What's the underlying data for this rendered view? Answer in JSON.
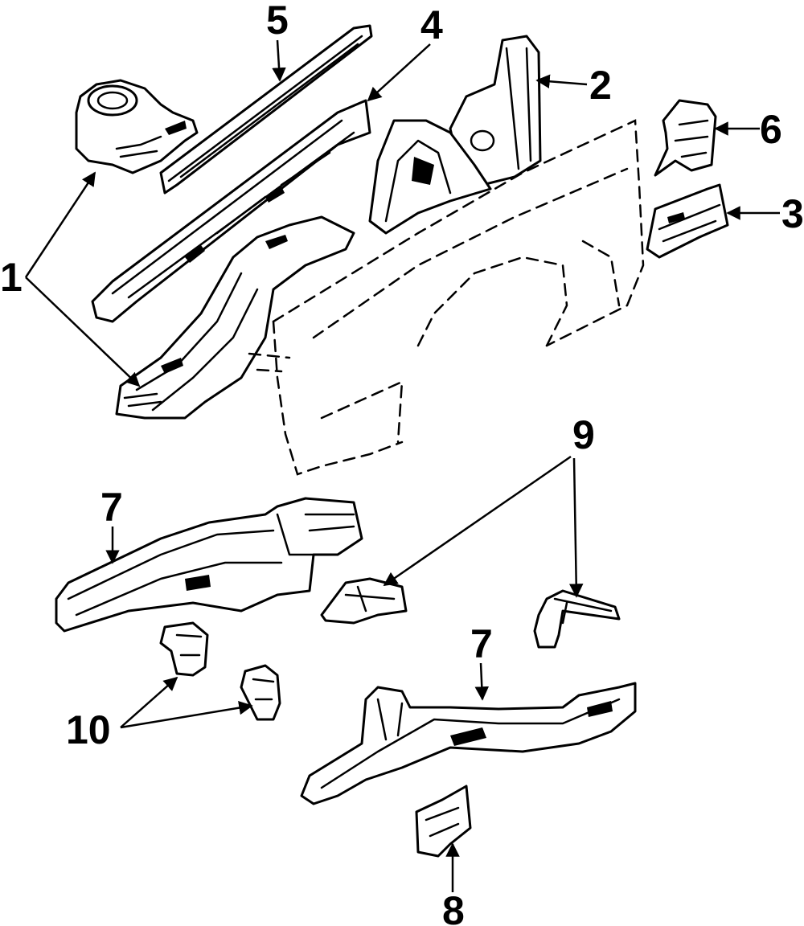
{
  "callouts": {
    "c1": "1",
    "c2": "2",
    "c3": "3",
    "c4": "4",
    "c5": "5",
    "c6": "6",
    "c7a": "7",
    "c7b": "7",
    "c8": "8",
    "c9": "9",
    "c10": "10"
  },
  "colors": {
    "line": "#000000",
    "background": "#ffffff"
  }
}
